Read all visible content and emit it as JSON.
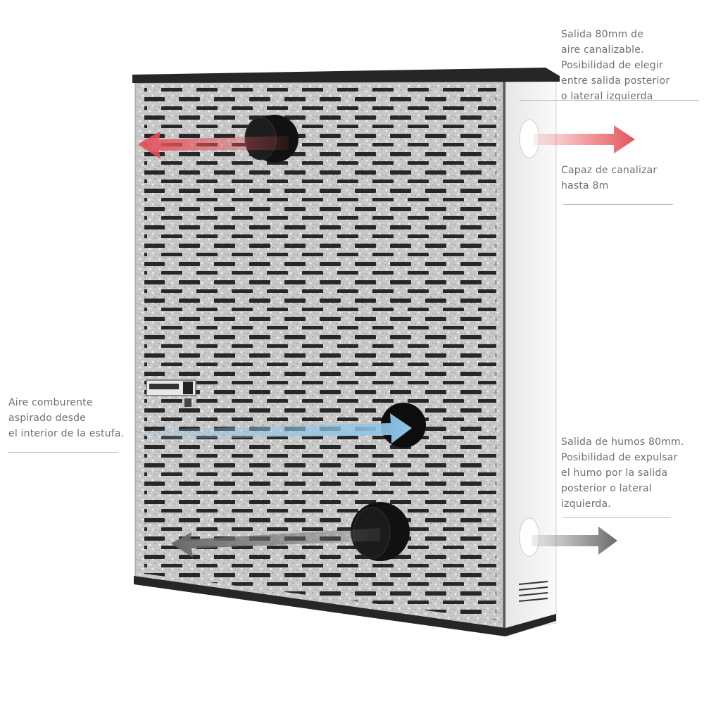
{
  "labels": {
    "out_air": [
      "Salida 80mm de",
      "aire canalizable.",
      "Posibilidad de elegir",
      "entre salida posterior",
      "o lateral izquierda"
    ],
    "channel": [
      "Capaz de canalizar",
      "hasta 8m"
    ],
    "combustion": [
      "Aire comburente",
      "aspirado desde",
      "el interior de la estufa."
    ],
    "fumes": [
      "Salida de humos 80mm.",
      "Posibilidad de expulsar",
      "el humo por la salida",
      "posterior o lateral",
      "izquierda."
    ]
  },
  "colors": {
    "hot_air_arrow": "#e5535b",
    "combustion_air_arrow": "#8fc6e8",
    "fumes_arrow": "#6b6b6b",
    "frame": "#262626",
    "panel": "#c9c9c9"
  },
  "icons": [
    "hot-air-arrow-icon",
    "combustion-air-arrow-icon",
    "fumes-arrow-icon"
  ]
}
